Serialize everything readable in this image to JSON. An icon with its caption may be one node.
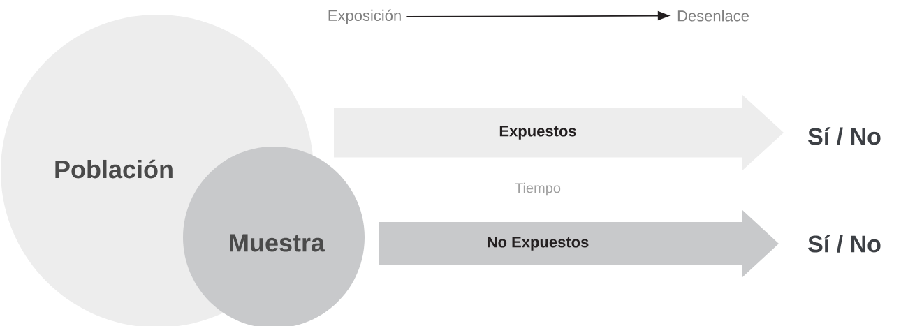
{
  "diagram": {
    "nodes": [
      {
        "text": [
          "Exposición"
        ]
      },
      {
        "text": [
          "Desenlace"
        ]
      },
      {
        "text": [
          "Población"
        ]
      },
      {
        "text": [
          "Muestra"
        ]
      },
      {
        "text": [
          "Expuestos"
        ]
      },
      {
        "text": [
          "No Expuestos"
        ]
      },
      {
        "text": [
          "Sí / No"
        ]
      },
      {
        "text": [
          "Sí / No"
        ]
      }
    ],
    "edges": [
      {
        "from": 0,
        "to": 1,
        "arrow": "to"
      }
    ],
    "labels": [
      "Tiempo"
    ]
  }
}
